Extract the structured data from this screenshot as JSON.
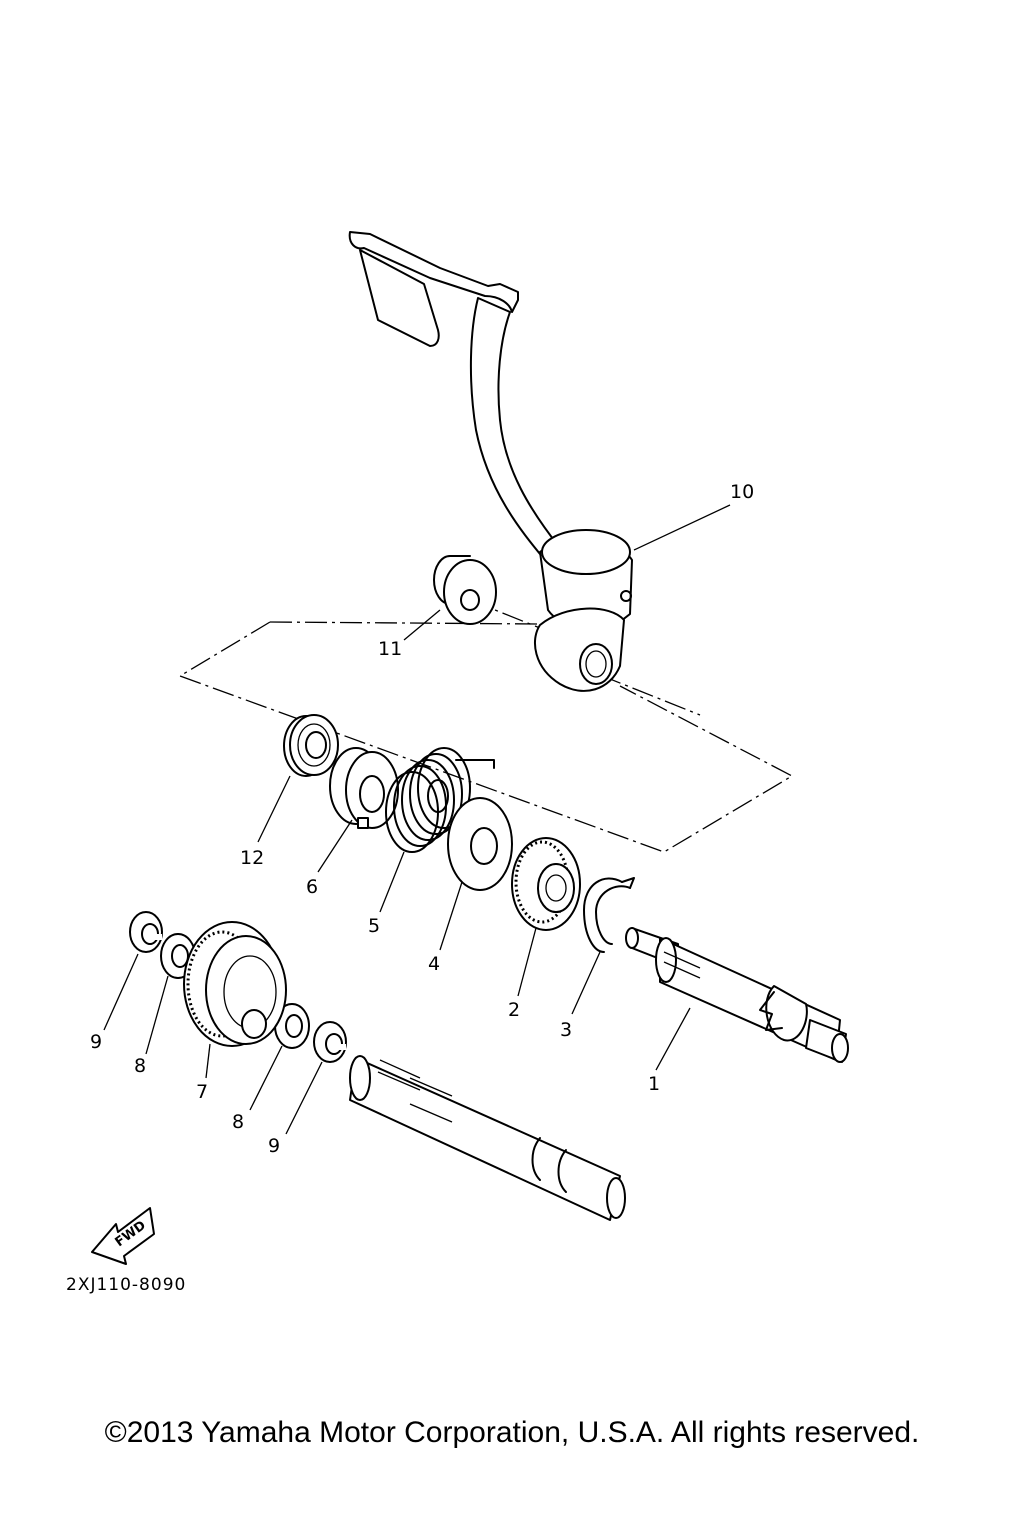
{
  "diagram": {
    "part_number": "2XJ110-8090",
    "fwd_label": "FWD",
    "callouts": {
      "c1": "1",
      "c2": "2",
      "c3": "3",
      "c4": "4",
      "c5": "5",
      "c6": "6",
      "c7": "7",
      "c8a": "8",
      "c8b": "8",
      "c9a": "9",
      "c9b": "9",
      "c10": "10",
      "c11": "11",
      "c12": "12"
    }
  },
  "footer": {
    "copyright": "©2013 Yamaha Motor Corporation, U.S.A. All rights reserved."
  }
}
